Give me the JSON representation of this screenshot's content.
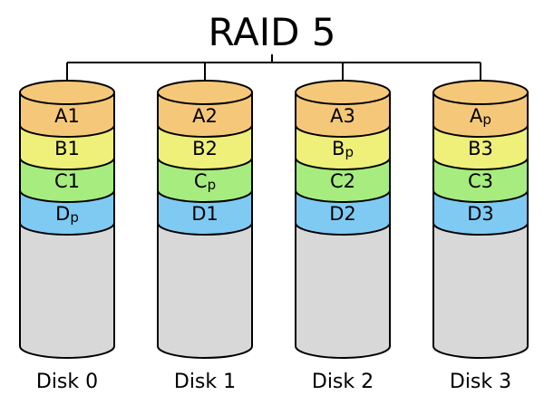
{
  "title": "RAID 5",
  "colors": {
    "row_a": "#f5c879",
    "row_b": "#eef07a",
    "row_c": "#a6ec7e",
    "row_d": "#7fcaf3",
    "empty": "#d8d8d8",
    "stroke": "#000000"
  },
  "disks": [
    {
      "label": "Disk 0",
      "blocks": [
        {
          "main": "A",
          "sub": "1",
          "row": "a"
        },
        {
          "main": "B",
          "sub": "1",
          "row": "b"
        },
        {
          "main": "C",
          "sub": "1",
          "row": "c"
        },
        {
          "main": "D",
          "sub": "p",
          "row": "d"
        }
      ]
    },
    {
      "label": "Disk 1",
      "blocks": [
        {
          "main": "A",
          "sub": "2",
          "row": "a"
        },
        {
          "main": "B",
          "sub": "2",
          "row": "b"
        },
        {
          "main": "C",
          "sub": "p",
          "row": "c"
        },
        {
          "main": "D",
          "sub": "1",
          "row": "d"
        }
      ]
    },
    {
      "label": "Disk 2",
      "blocks": [
        {
          "main": "A",
          "sub": "3",
          "row": "a"
        },
        {
          "main": "B",
          "sub": "p",
          "row": "b"
        },
        {
          "main": "C",
          "sub": "2",
          "row": "c"
        },
        {
          "main": "D",
          "sub": "2",
          "row": "d"
        }
      ]
    },
    {
      "label": "Disk 3",
      "blocks": [
        {
          "main": "A",
          "sub": "p",
          "row": "a"
        },
        {
          "main": "B",
          "sub": "3",
          "row": "b"
        },
        {
          "main": "C",
          "sub": "3",
          "row": "c"
        },
        {
          "main": "D",
          "sub": "3",
          "row": "d"
        }
      ]
    }
  ]
}
